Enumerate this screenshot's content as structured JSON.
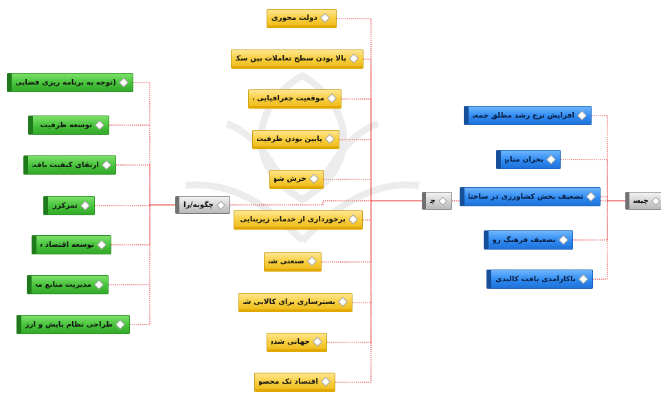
{
  "diagram": {
    "root": {
      "label": "چیست؟"
    },
    "why": {
      "label": "چرا؟",
      "items": [
        "دولت محوری",
        "بالا بودن سطح تعاملات بین سکونتگاهی",
        "موقعیت جغرافیایی مناسب",
        "پایین بودن ظرفیت نهادی",
        "خزش شهری",
        "برخورداری از خدمات زیربنایی و رفاهی",
        "صنعتی شدن",
        "بسترسازی برای کالایی شدن روستا",
        "جهانی شدن",
        "اقتصاد تک محصولی"
      ]
    },
    "how": {
      "label": "چگونه/راهکار",
      "items": [
        "(توجه به برنامه ریزی فضایی (سرزمینی",
        "توسعه ظرفیت نهادی",
        "ارتقای کیفیت بافت کالبدی",
        "تمرکززدایی",
        "توسعه اقتصاد سبز",
        "مدیریت منابع محیطی",
        "طراحی نظام پایش و ارزشیابی"
      ]
    },
    "what": {
      "items": [
        "افزایش نرخ رشد مطلق جمعیت روستایی",
        "بحران منابع آبی",
        "تضعیف بخش کشاورزی در ساختار اقتصادی",
        "تضعیف فرهنگ روستایی",
        "ناکارآمدی بافت کالبدی"
      ]
    }
  },
  "colors": {
    "green": "#46c23a",
    "yellow": "#f8cf40",
    "blue": "#2f8af2",
    "gray": "#cfcfcf",
    "connector": "#e01818"
  }
}
